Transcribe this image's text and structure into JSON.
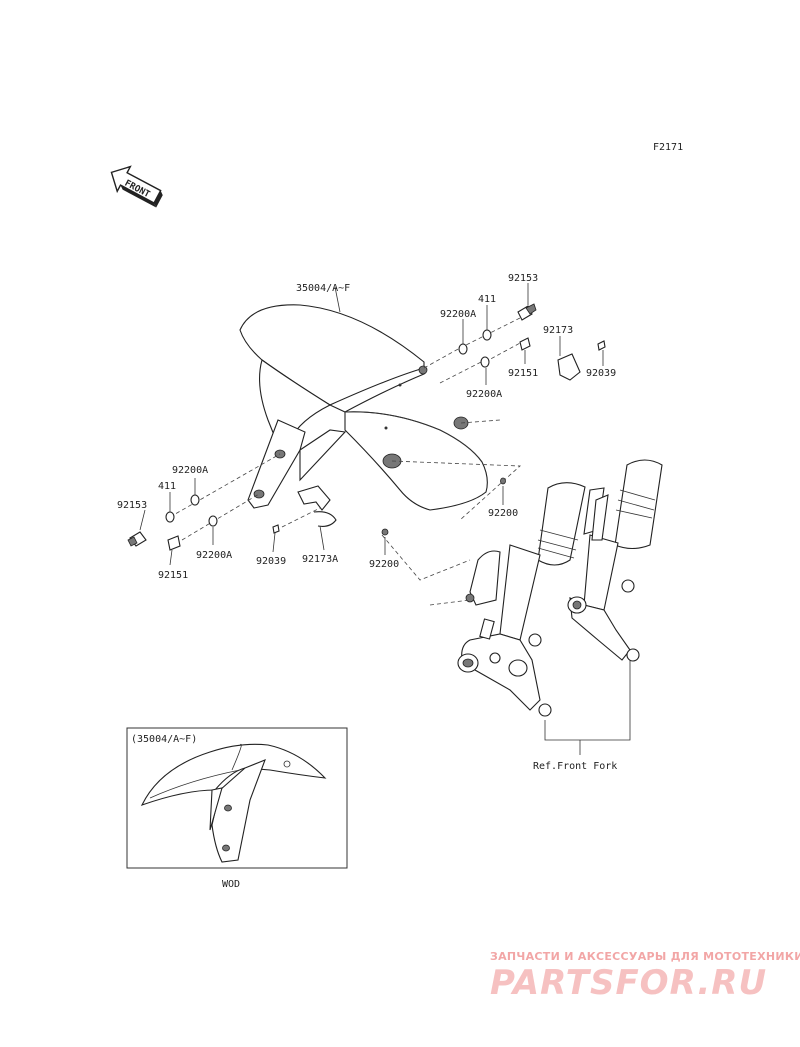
{
  "figure_code": "F2171",
  "front_label": "FRONT",
  "labels": {
    "fender": "35004/A~F",
    "bolt_r1": "92153",
    "collar_r1": "411",
    "washer_r1": "92200A",
    "clamp_r": "92173",
    "bolt_r2": "92151",
    "screw_r": "92039",
    "washer_r2": "92200A",
    "washer_l1": "92200A",
    "collar_l1": "411",
    "bolt_l1": "92153",
    "bolt_l2": "92151",
    "washer_l2": "92200A",
    "screw_l": "92039",
    "clamp_l": "92173A",
    "nut_mid": "92200",
    "nut_right": "92200",
    "ref_fork": "Ref.Front Fork"
  },
  "inset": {
    "title": "(35004/A~F)",
    "caption": "WOD"
  },
  "watermark": {
    "tagline": "ЗАПЧАСТИ И АКСЕССУАРЫ ДЛЯ МОТОТЕХНИКИ",
    "brand": "PARTSFOR.RU"
  }
}
